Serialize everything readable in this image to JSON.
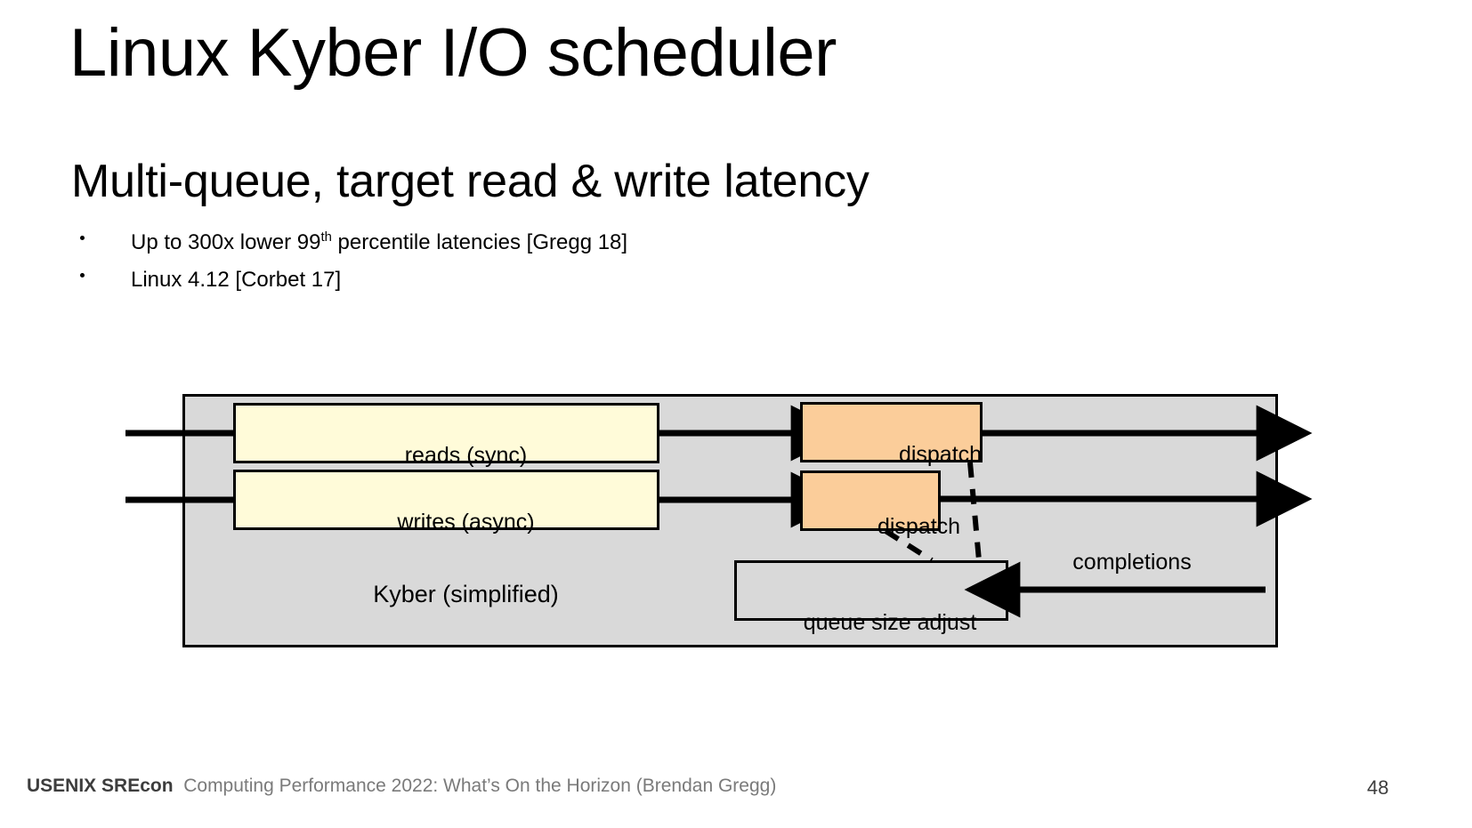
{
  "slide": {
    "title": "Linux Kyber I/O scheduler",
    "subtitle": "Multi-queue, target read & write latency",
    "bullets": [
      {
        "prefix": "Up to 300x lower 99",
        "sup": "th",
        "suffix": " percentile latencies [Gregg 18]"
      },
      {
        "prefix": "Linux 4.12 [Corbet 17]",
        "sup": "",
        "suffix": ""
      }
    ],
    "page_number": "48"
  },
  "diagram": {
    "container_label": "Kyber (simplified)",
    "boxes": [
      {
        "id": "reads",
        "label": "reads (sync)",
        "fill": "#FFFBD9"
      },
      {
        "id": "writes",
        "label": "writes (async)",
        "fill": "#FFFBD9"
      },
      {
        "id": "disp1",
        "label": "dispatch",
        "fill": "#FBCD9A"
      },
      {
        "id": "disp2",
        "label": "dispatch",
        "fill": "#FBCD9A"
      },
      {
        "id": "qsa",
        "label": "queue size adjust",
        "fill": "none"
      }
    ],
    "edge_labels": [
      {
        "id": "completions",
        "label": "completions"
      }
    ],
    "colors": {
      "container_fill": "#D9D9D9",
      "queue_fill": "#FFFBD9",
      "dispatch_fill": "#FBCD9A",
      "stroke": "#000000"
    }
  },
  "footer": {
    "brand": "USENIX SREcon",
    "text": "Computing Performance 2022: What’s On the Horizon (Brendan Gregg)"
  }
}
